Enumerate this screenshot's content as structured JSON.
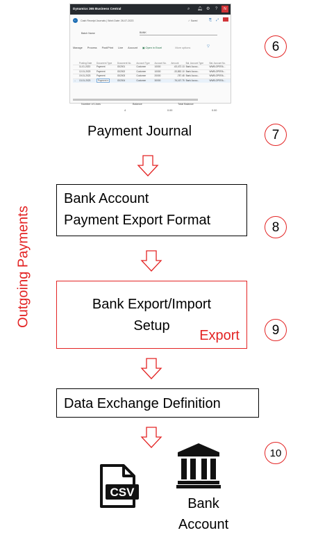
{
  "bc": {
    "brand": "Dynamics 365 Business Central",
    "avatar": "N",
    "breadcrumb": "Cash Receipt Journals | Work Date: 26-07-2023",
    "saved": "✓ Saved",
    "batch_name_label": "Batch Name",
    "batch_name_value": "BANK",
    "menu": [
      "Manage",
      "Process",
      "Post/Print",
      "Line",
      "Account"
    ],
    "open_in_excel": "Open in Excel",
    "more_options": "More options",
    "columns": [
      "Posting Date",
      "Document Type",
      "Document No.",
      "Account Type",
      "Account No.",
      "Amount",
      "Bal. Account Type",
      "Bal. Account No."
    ],
    "rows": [
      [
        "11-01-2023",
        "Payment",
        "G02001",
        "Customer",
        "10000",
        "-63,472.13",
        "Bank Accou...",
        "WWB-OPERA..."
      ],
      [
        "12-01-2023",
        "Payment",
        "G02002",
        "Customer",
        "10000",
        "-33,852.10",
        "Bank Accou...",
        "WWB-OPERA..."
      ],
      [
        "19-01-2023",
        "Payment",
        "G02003",
        "Customer",
        "20000",
        "-787.48",
        "Bank Accou...",
        "WWB-OPERA..."
      ],
      [
        "13-01-2023",
        "Payment",
        "G02004",
        "Customer",
        "30000",
        "-76,167.75",
        "Bank Accou...",
        "WWB-OPERA..."
      ]
    ],
    "footer": {
      "number_of_lines_label": "Number of Lines",
      "balance_label": "Balance",
      "total_balance_label": "Total Balance",
      "number_of_lines": "4",
      "balance": "0.00",
      "total_balance": "0.00"
    }
  },
  "flow": {
    "payment_journal": "Payment Journal",
    "step8_line1": "Bank Account",
    "step8_line2": "Payment Export Format",
    "step9_line1": "Bank Export/Import",
    "step9_line2": "Setup",
    "step9_tag": "Export",
    "step10": "Data Exchange Definition",
    "csv_label": "CSV",
    "bank_line1": "Bank",
    "bank_line2": "Account"
  },
  "side_label": "Outgoing Payments",
  "step_numbers": {
    "n6": "6",
    "n7": "7",
    "n8": "8",
    "n9": "9",
    "n10": "10"
  },
  "colors": {
    "accent_red": "#e32323",
    "text": "#000000"
  },
  "icons": {
    "csv": "csv-file-icon",
    "bank": "bank-building-icon",
    "arrow": "down-arrow-icon"
  }
}
